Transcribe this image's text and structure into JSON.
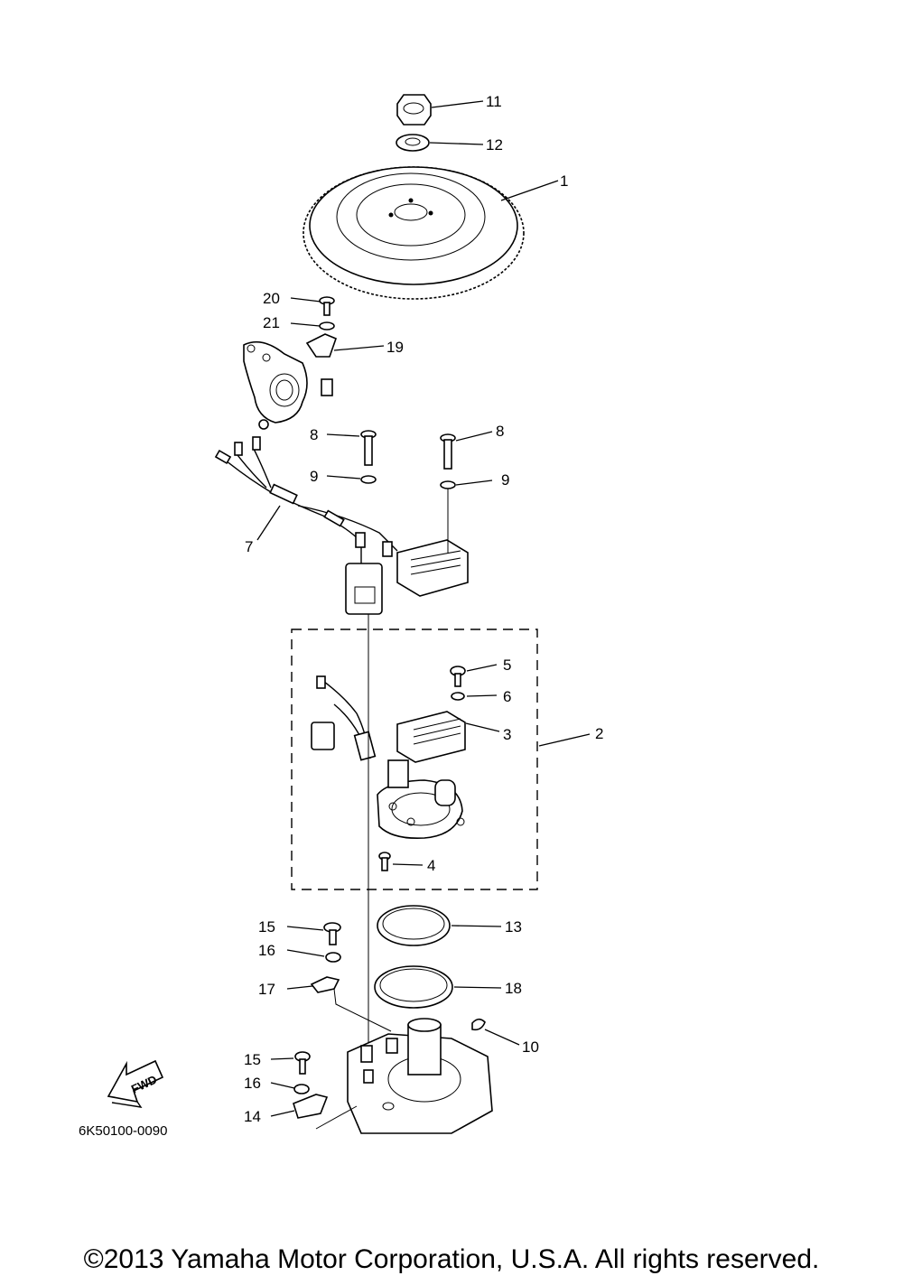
{
  "diagram": {
    "part_code": "6K50100-0090",
    "fwd_label": "FWD",
    "callouts": [
      "11",
      "12",
      "1",
      "20",
      "21",
      "19",
      "8",
      "8",
      "9",
      "9",
      "7",
      "5",
      "6",
      "3",
      "2",
      "4",
      "15",
      "13",
      "16",
      "17",
      "18",
      "10",
      "15",
      "16",
      "14"
    ]
  },
  "footer": {
    "copyright": "©2013 Yamaha Motor Corporation, U.S.A. All rights reserved."
  }
}
